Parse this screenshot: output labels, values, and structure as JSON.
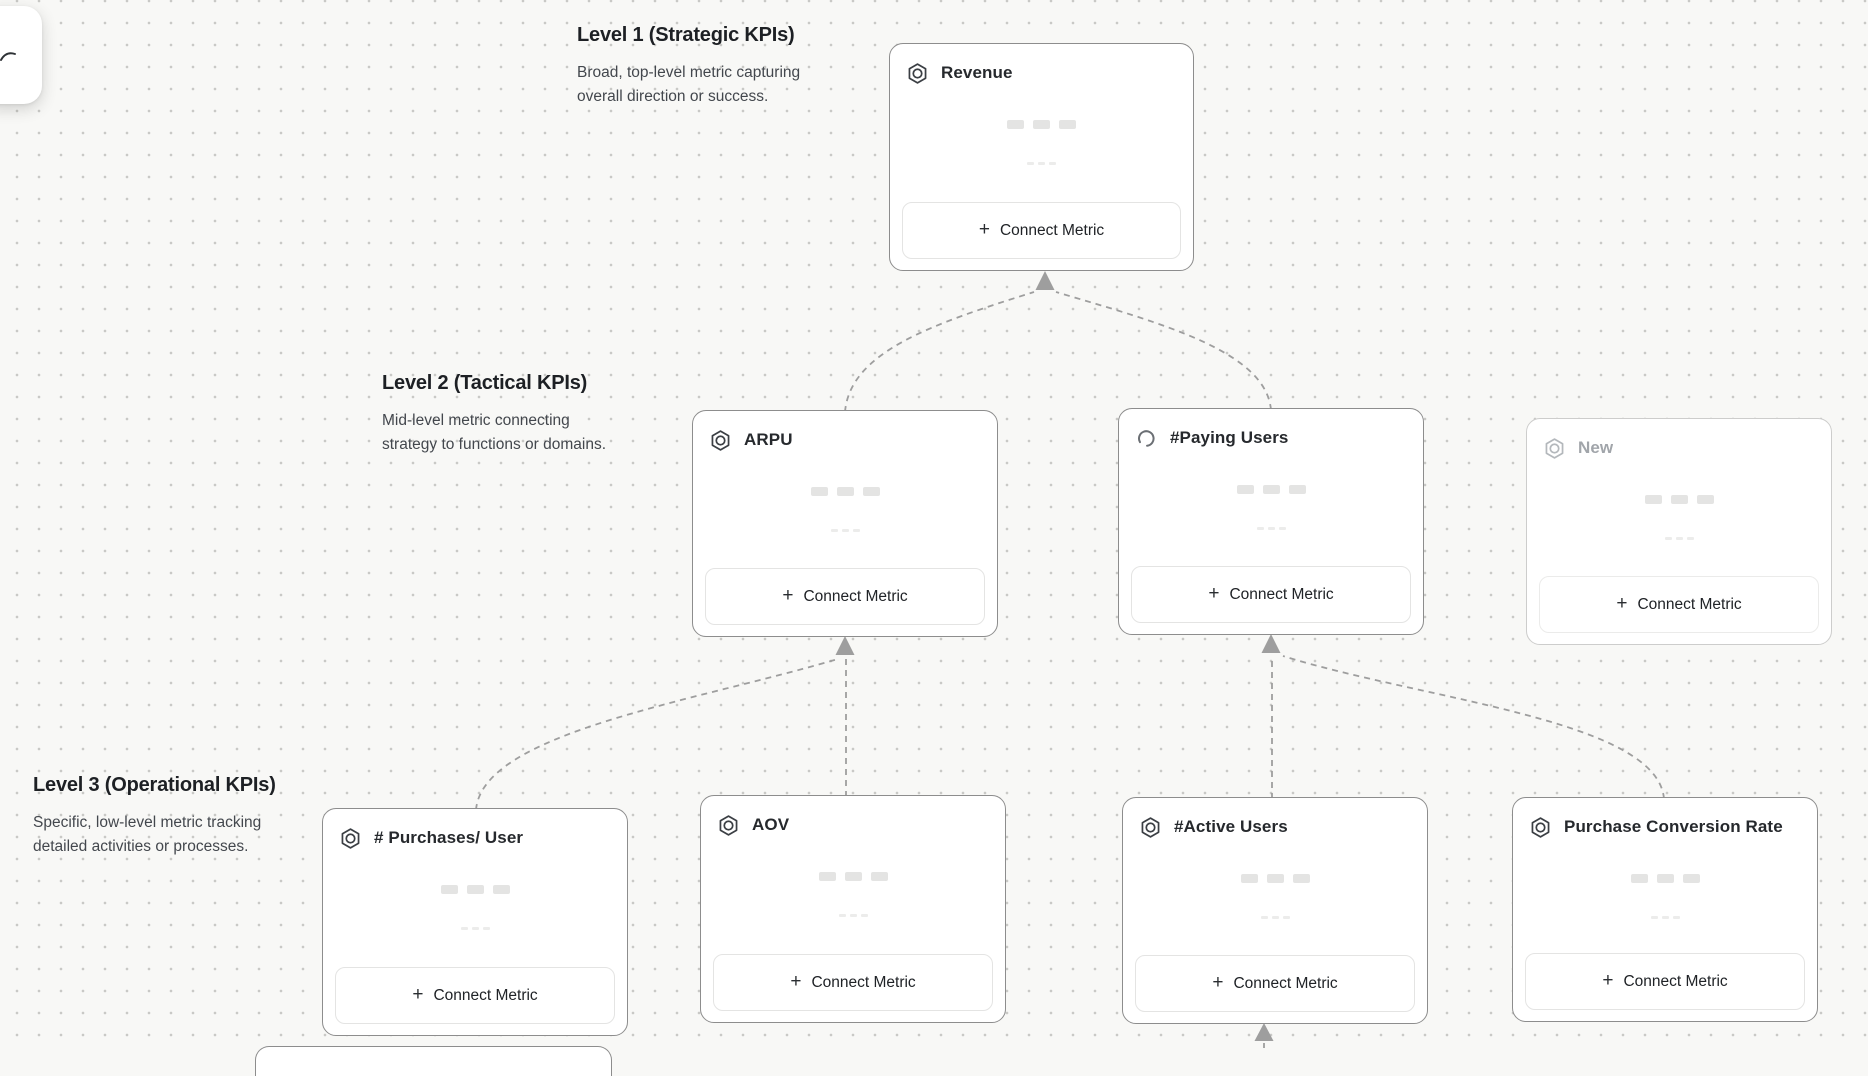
{
  "canvas": {
    "background_color": "#f8f8f6",
    "dot_color": "#c9c9c6",
    "card_border_color": "#8d8d8d",
    "muted_border_color": "#cdcdcc",
    "connector_color": "#9e9e9e"
  },
  "levels": [
    {
      "title": "Level 1 (Strategic KPIs)",
      "description": "Broad, top-level metric capturing overall direction or success."
    },
    {
      "title": "Level 2 (Tactical KPIs)",
      "description": "Mid-level metric connecting strategy to functions or domains."
    },
    {
      "title": "Level 3 (Operational KPIs)",
      "description": "Specific, low-level metric tracking detailed activities or processes."
    }
  ],
  "ui": {
    "plus": "+"
  },
  "cards": [
    {
      "title": "Revenue",
      "level": 1,
      "icon": "hexagon-metric-icon",
      "connect_label": "Connect Metric"
    },
    {
      "title": "ARPU",
      "level": 2,
      "icon": "hexagon-metric-icon",
      "connect_label": "Connect Metric"
    },
    {
      "title": "#Paying Users",
      "level": 2,
      "icon": "spinner-icon",
      "state": "loading",
      "connect_label": "Connect Metric"
    },
    {
      "title": "New",
      "level": 2,
      "icon": "hexagon-metric-icon",
      "state": "placeholder",
      "connect_label": "Connect Metric"
    },
    {
      "title": "# Purchases/ User",
      "level": 3,
      "icon": "hexagon-metric-icon",
      "connect_label": "Connect Metric"
    },
    {
      "title": "AOV",
      "level": 3,
      "icon": "hexagon-metric-icon",
      "connect_label": "Connect Metric"
    },
    {
      "title": "#Active Users",
      "level": 3,
      "icon": "hexagon-metric-icon",
      "connect_label": "Connect Metric"
    },
    {
      "title": "Purchase Conversion Rate",
      "level": 3,
      "icon": "hexagon-metric-icon",
      "connect_label": "Connect Metric"
    }
  ],
  "connections": [
    {
      "from": "ARPU",
      "to": "Revenue"
    },
    {
      "from": "#Paying Users",
      "to": "Revenue"
    },
    {
      "from": "# Purchases/ User",
      "to": "ARPU"
    },
    {
      "from": "AOV",
      "to": "ARPU"
    },
    {
      "from": "#Active Users",
      "to": "#Paying Users"
    },
    {
      "from": "Purchase Conversion Rate",
      "to": "#Paying Users"
    },
    {
      "from": "(offscreen)",
      "to": "#Active Users"
    }
  ]
}
